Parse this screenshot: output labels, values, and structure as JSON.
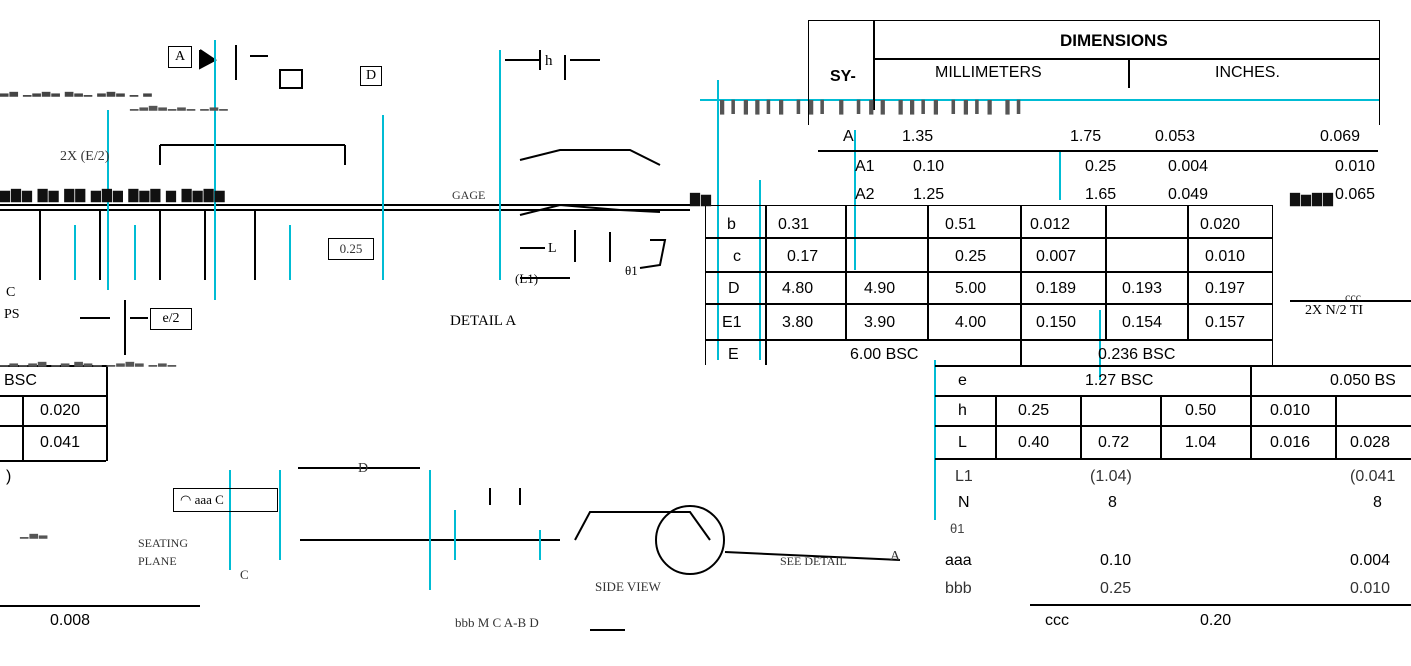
{
  "top_table": {
    "header": "DIMENSIONS",
    "col_sym": "SY-",
    "col_mm": "MILLIMETERS",
    "col_in": "INCHES.",
    "rows": [
      {
        "sym": "A",
        "mm_min": "1.35",
        "mm_nom": "",
        "mm_max": "1.75",
        "in_min": "0.053",
        "in_nom": "",
        "in_max": "0.069"
      },
      {
        "sym": "A1",
        "mm_min": "0.10",
        "mm_nom": "",
        "mm_max": "0.25",
        "in_min": "0.004",
        "in_nom": "",
        "in_max": "0.010"
      },
      {
        "sym": "A2",
        "mm_min": "1.25",
        "mm_nom": "",
        "mm_max": "1.65",
        "in_min": "0.049",
        "in_nom": "",
        "in_max": "0.065"
      },
      {
        "sym": "b",
        "mm_min": "0.31",
        "mm_nom": "",
        "mm_max": "0.51",
        "in_min": "0.012",
        "in_nom": "",
        "in_max": "0.020"
      },
      {
        "sym": "c",
        "mm_min": "0.17",
        "mm_nom": "",
        "mm_max": "0.25",
        "in_min": "0.007",
        "in_nom": "",
        "in_max": "0.010"
      },
      {
        "sym": "D",
        "mm_min": "4.80",
        "mm_nom": "4.90",
        "mm_max": "5.00",
        "in_min": "0.189",
        "in_nom": "0.193",
        "in_max": "0.197"
      },
      {
        "sym": "E1",
        "mm_min": "3.80",
        "mm_nom": "3.90",
        "mm_max": "4.00",
        "in_min": "0.150",
        "in_nom": "0.154",
        "in_max": "0.157"
      },
      {
        "sym": "E",
        "mm_min": "6.00 BSC",
        "mm_nom": "",
        "mm_max": "",
        "in_min": "0.236 BSC",
        "in_nom": "",
        "in_max": ""
      }
    ]
  },
  "left_table": {
    "rows": [
      "BSC",
      "0.020",
      "0.041",
      ")"
    ],
    "bottom": "0.008"
  },
  "right_table": {
    "rows": [
      {
        "sym": "e",
        "a": "",
        "b": "1.27 BSC",
        "c": "",
        "d": "",
        "e": "0.050 BS"
      },
      {
        "sym": "h",
        "a": "0.25",
        "b": "",
        "c": "0.50",
        "d": "0.010",
        "e": ""
      },
      {
        "sym": "L",
        "a": "0.40",
        "b": "0.72",
        "c": "1.04",
        "d": "0.016",
        "e": "0.028"
      },
      {
        "sym": "L1",
        "a": "",
        "b": "(1.04)",
        "c": "",
        "d": "",
        "e": "(0.041"
      },
      {
        "sym": "N",
        "a": "",
        "b": "8",
        "c": "",
        "d": "",
        "e": "8"
      },
      {
        "sym": "θ1",
        "a": "",
        "b": "",
        "c": "",
        "d": "",
        "e": ""
      },
      {
        "sym": "aaa",
        "a": "",
        "b": "0.10",
        "c": "",
        "d": "",
        "e": "0.004"
      },
      {
        "sym": "bbb",
        "a": "",
        "b": "0.25",
        "c": "",
        "d": "",
        "e": "0.010"
      },
      {
        "sym": "ccc",
        "a": "",
        "b": "0.20",
        "c": "",
        "d": "",
        "e": ""
      }
    ]
  },
  "drawing_labels": {
    "datum_a": "A",
    "datum_d": "D",
    "h": "h",
    "ex2": "2X (E/2)",
    "gage": "GAGE",
    "dim_025": "0.25",
    "L": "L",
    "L1": "(L1)",
    "theta1": "θ1",
    "detail": "DETAIL  A",
    "e2": "e/2",
    "c_left": "C",
    "ps": "PS",
    "D_label": "D",
    "aaa_c": "aaa  C",
    "seating": "SEATING",
    "plane": "PLANE",
    "c_under": "C",
    "side_view": "SIDE VIEW",
    "see_detail": "SEE DETAIL",
    "a_ref": "A",
    "bbb_frame": "bbb M  C  A-B  D",
    "ccc": "ccc",
    "n2_tips": "2X N/2 TI",
    "a2": "A2",
    "a_sym": "A",
    "a1": "A1"
  }
}
